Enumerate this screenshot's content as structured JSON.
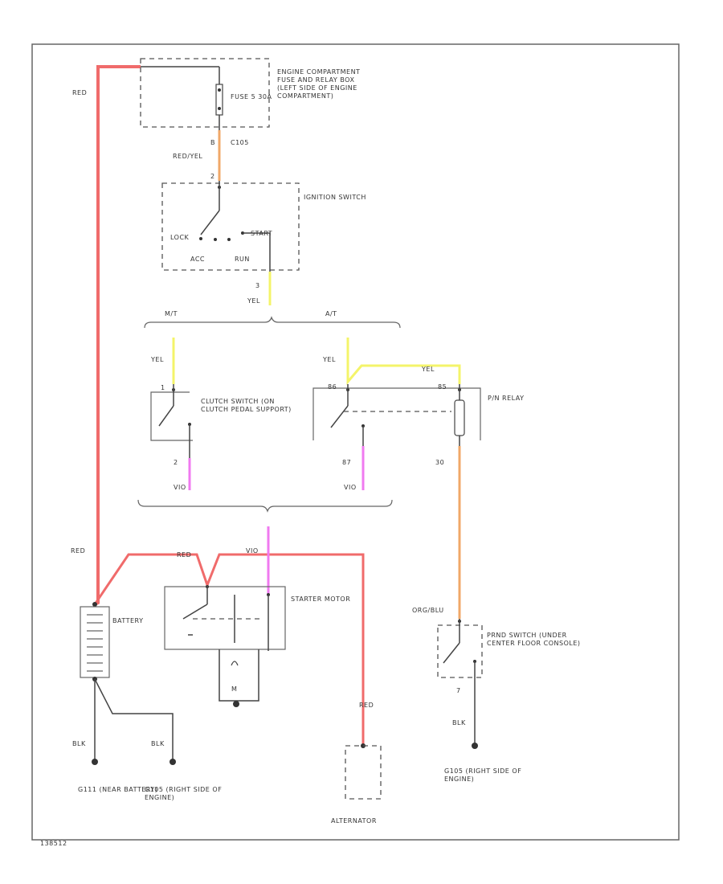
{
  "colors": {
    "red": "#f06b6b",
    "orange": "#f0a868",
    "yellow": "#f4f46a",
    "pink": "#f07af0",
    "black": "#444444",
    "frame": "#666666"
  },
  "wires": {
    "red_left": "RED",
    "red_left_lower": "RED",
    "red_starter": "RED",
    "red_alt": "RED",
    "fuse_out_pin": "B",
    "red_yel": "RED/YEL",
    "ign_in_pin": "2",
    "ign_out_pin": "3",
    "yel_ign": "YEL",
    "yel_mt": "YEL",
    "yel_at": "YEL",
    "yel_relay": "YEL",
    "clutch_in_pin": "1",
    "clutch_out_pin": "2",
    "vio_clutch": "VIO",
    "relay_pin_86": "86",
    "relay_pin_85": "85",
    "relay_pin_87": "87",
    "relay_pin_30": "30",
    "vio_relay": "VIO",
    "vio_starter": "VIO",
    "orange": "ORG/BLU",
    "pnp_pin": "7",
    "blk_pnp": "BLK",
    "blk_g111": "BLK",
    "blk_g105": "BLK"
  },
  "components": {
    "fuse_box": "ENGINE COMPARTMENT FUSE AND RELAY BOX (LEFT SIDE OF ENGINE COMPARTMENT)",
    "fuse_label": "FUSE 5 30A",
    "fuse_connector": "C105",
    "ignition_switch": "IGNITION SWITCH",
    "ign_lock": "LOCK",
    "ign_acc": "ACC",
    "ign_run": "RUN",
    "ign_start": "START",
    "mt_label": "M/T",
    "at_label": "A/T",
    "clutch_switch": "CLUTCH SWITCH (ON CLUTCH PEDAL SUPPORT)",
    "pn_relay": "P/N RELAY",
    "battery": "BATTERY",
    "starter_motor": "STARTER MOTOR",
    "m_symbol": "M",
    "pnp_switch": "PRND SWITCH (UNDER CENTER FLOOR CONSOLE)",
    "alternator": "ALTERNATOR",
    "g111": "G111 (NEAR BATTERY)",
    "g105": "G105 (RIGHT SIDE OF ENGINE)",
    "g105_pnp": "G105 (RIGHT SIDE OF ENGINE)",
    "figure_id": "138512"
  }
}
